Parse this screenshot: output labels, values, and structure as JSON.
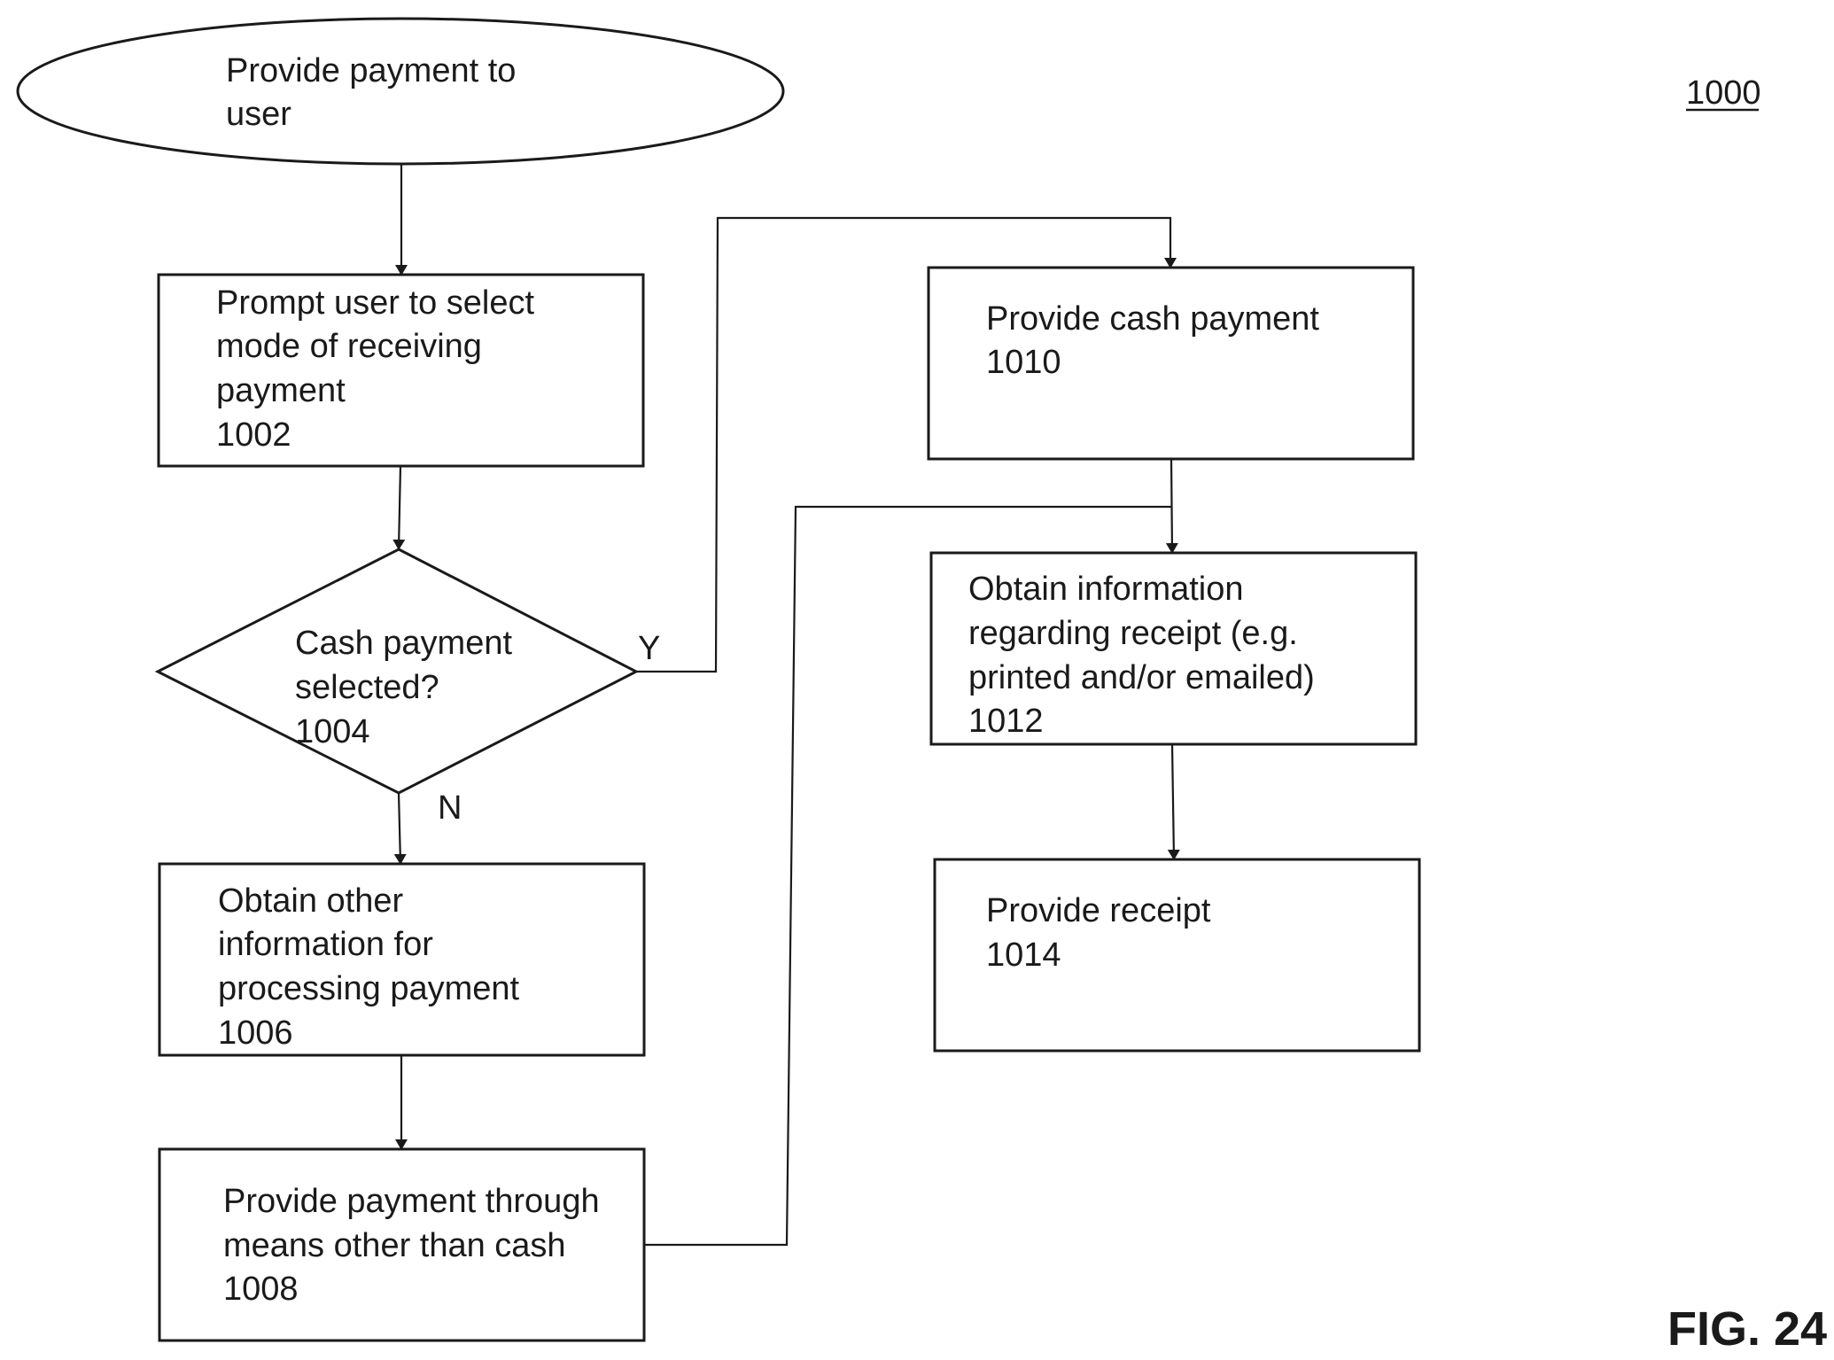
{
  "diagram": {
    "ref_number": "1000",
    "fig_label": "FIG. 24",
    "nodes": {
      "start": {
        "lines": [
          "Provide payment to",
          "user"
        ]
      },
      "n1002": {
        "lines": [
          "Prompt user to select",
          "mode of receiving",
          "payment",
          "1002"
        ]
      },
      "n1004": {
        "lines": [
          "Cash payment",
          "selected?",
          "1004"
        ]
      },
      "n1006": {
        "lines": [
          "Obtain other",
          "information for",
          "processing payment",
          "1006"
        ]
      },
      "n1008": {
        "lines": [
          "Provide payment through",
          "means other than cash",
          "1008"
        ]
      },
      "n1010": {
        "lines": [
          "Provide cash payment",
          "1010"
        ]
      },
      "n1012": {
        "lines": [
          "Obtain information",
          "regarding receipt (e.g.",
          "printed and/or emailed)",
          "1012"
        ]
      },
      "n1014": {
        "lines": [
          "Provide receipt",
          "1014"
        ]
      }
    },
    "edge_labels": {
      "yes": "Y",
      "no": "N"
    }
  }
}
